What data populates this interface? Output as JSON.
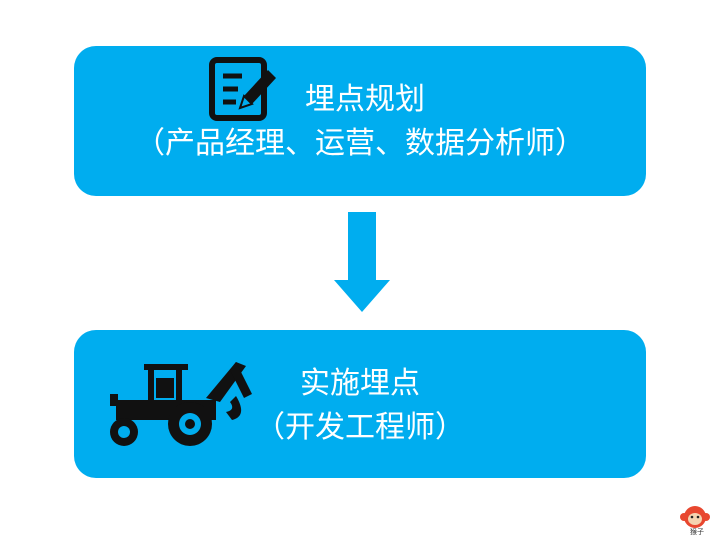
{
  "steps": [
    {
      "title": "埋点规划",
      "subtitle": "（产品经理、运营、数据分析师）",
      "icon": "edit-document-icon"
    },
    {
      "title": "实施埋点",
      "subtitle": "（开发工程师）",
      "icon": "tractor-excavator-icon"
    }
  ],
  "arrow_icon": "down-arrow-icon",
  "watermark": {
    "label": "猴子",
    "icon": "monkey-logo-icon"
  },
  "colors": {
    "box": "#00adef",
    "text": "#ffffff",
    "icon": "#111111"
  }
}
